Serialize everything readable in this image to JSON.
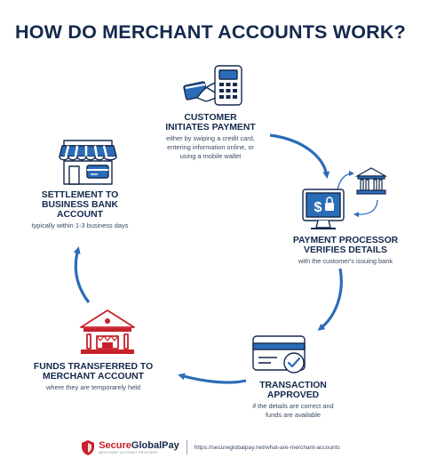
{
  "title": "HOW DO MERCHANT ACCOUNTS WORK?",
  "steps": [
    {
      "head1": "CUSTOMER",
      "head2": "INITIATES PAYMENT",
      "sub1": "either by swiping a credit card,",
      "sub2": "entering information online, or",
      "sub3": "using a mobile wallet"
    },
    {
      "head1": "PAYMENT PROCESSOR",
      "head2": "VERIFIES DETAILS",
      "sub1": "with the customer's issuing bank"
    },
    {
      "head1": "TRANSACTION",
      "head2": "APPROVED",
      "sub1": "if the details are correct and",
      "sub2": "funds are available"
    },
    {
      "head1": "FUNDS TRANSFERRED TO",
      "head2": "MERCHANT ACCOUNT",
      "sub1": "where they are temporarely held"
    },
    {
      "head1": "SETTLEMENT TO",
      "head2": "BUSINESS BANK",
      "head3": "ACCOUNT",
      "sub1": "typically within 1-3 business days"
    }
  ],
  "footer": {
    "brand_secure": "Secure",
    "brand_global": "GlobalPay",
    "tagline": "MERCHANT ACCOUNT PROVIDER",
    "url": "https://secureglobalpay.net/what-are-merchant-accounts"
  },
  "colors": {
    "navy": "#14294d",
    "blue": "#2b6cb8",
    "red": "#c8212b"
  },
  "icons": [
    "credit-card-hand-icon",
    "payment-terminal-icon",
    "monitor-dollar-lock-icon",
    "bank-icon",
    "credit-card-check-icon",
    "bank-red-icon",
    "storefront-icon"
  ]
}
